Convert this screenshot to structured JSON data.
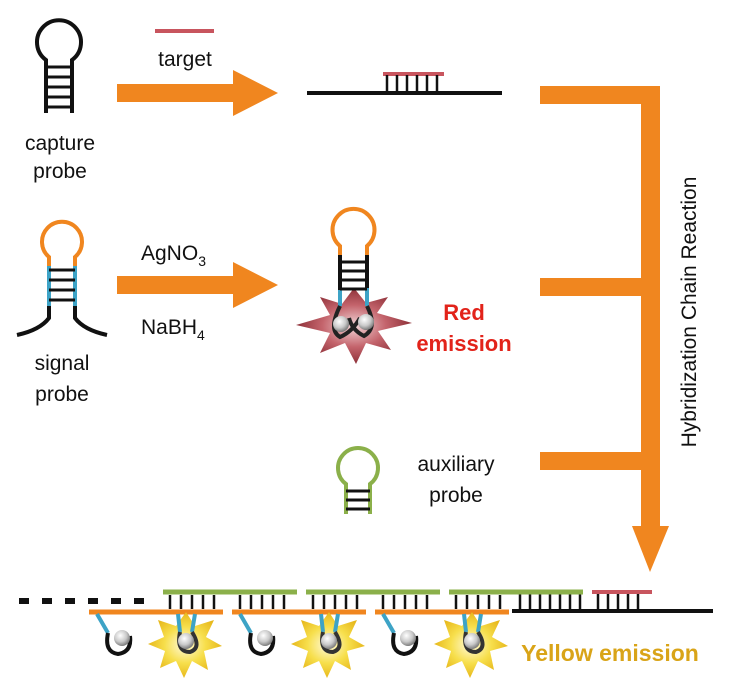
{
  "labels": {
    "capture_probe_line1": "capture",
    "capture_probe_line2": "probe",
    "target": "target",
    "signal_probe_line1": "signal",
    "signal_probe_line2": "probe",
    "reagent_top": "AgNO",
    "reagent_top_sub": "3",
    "reagent_bottom": "NaBH",
    "reagent_bottom_sub": "4",
    "red_emission_line1": "Red",
    "red_emission_line2": "emission",
    "auxiliary_probe_line1": "auxiliary",
    "auxiliary_probe_line2": "probe",
    "hcr": "Hybridization Chain Reaction",
    "yellow_emission": "Yellow emission"
  },
  "colors": {
    "arrow": "#F0861F",
    "strand": "#111111",
    "target": "#C8555E",
    "signal_loop": "#F0861F",
    "signal_stem": "#3DA3C6",
    "auxiliary": "#8BB04A",
    "red_text": "#E2231A",
    "yellow_text": "#D9A418",
    "burst_red": "#A8454D",
    "burst_yellow": "#F4D130"
  }
}
